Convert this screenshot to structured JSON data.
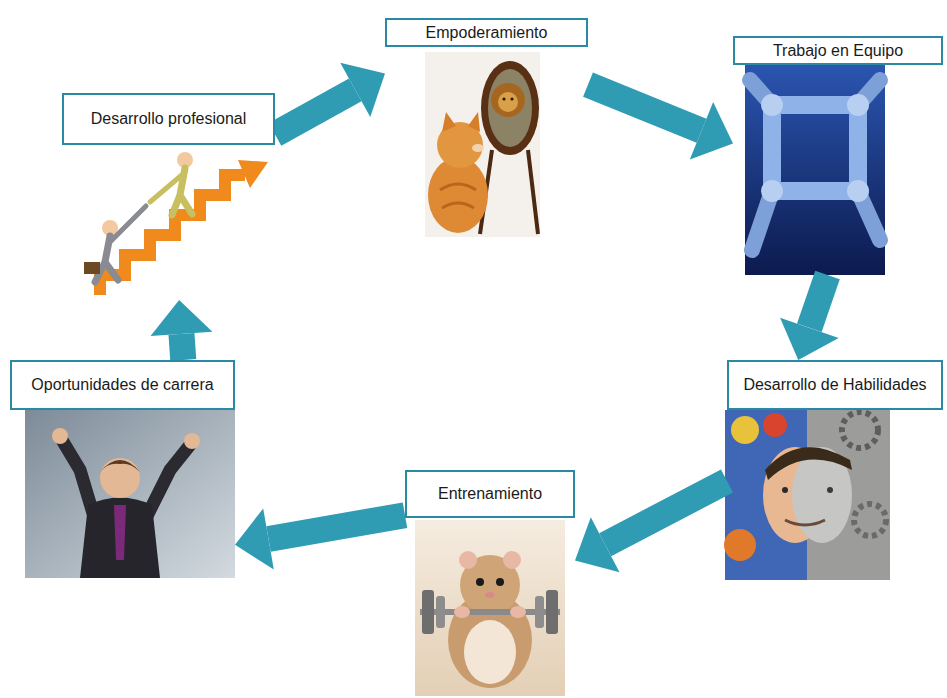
{
  "diagram": {
    "nodes": [
      {
        "text": [
          "Empoderamiento"
        ]
      },
      {
        "text": [
          "Trabajo en Equipo"
        ]
      },
      {
        "text": [
          "Desarrollo de Habilidades"
        ]
      },
      {
        "text": [
          "Entrenamiento"
        ]
      },
      {
        "text": [
          "Oportunidades de carrera"
        ]
      },
      {
        "text": [
          "Desarrollo profesional"
        ]
      }
    ],
    "edges": [
      {
        "from": 5,
        "to": 0,
        "arrow": "to"
      },
      {
        "from": 0,
        "to": 1,
        "arrow": "to"
      },
      {
        "from": 1,
        "to": 2,
        "arrow": "to"
      },
      {
        "from": 2,
        "to": 3,
        "arrow": "to"
      },
      {
        "from": 3,
        "to": 4,
        "arrow": "to"
      },
      {
        "from": 4,
        "to": 5,
        "arrow": "to"
      }
    ]
  }
}
